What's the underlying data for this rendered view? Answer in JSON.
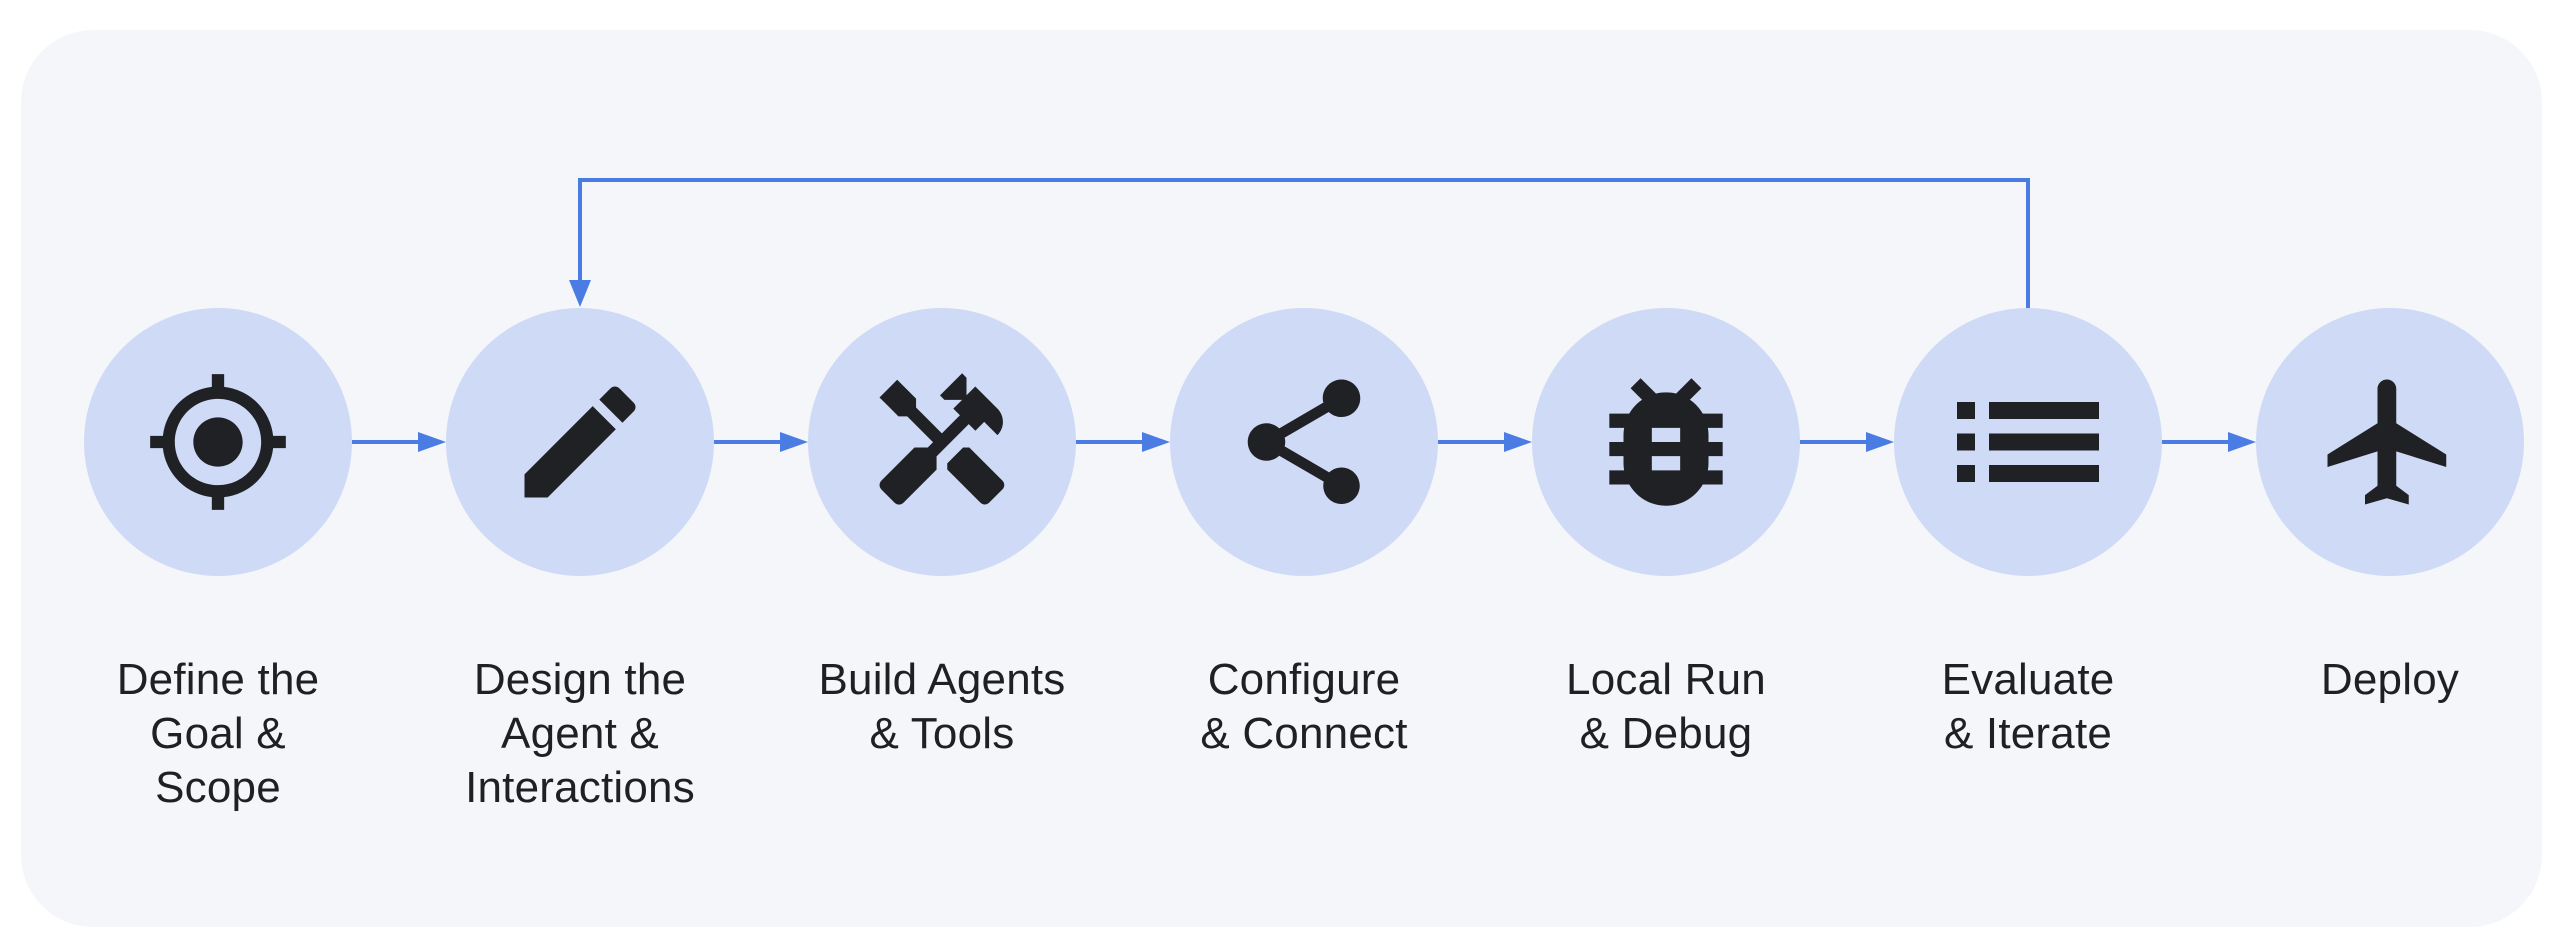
{
  "diagram": {
    "type": "flowchart",
    "orientation": "horizontal-left-to-right",
    "steps": [
      {
        "label": "Define the\nGoal &\nScope",
        "icon": "target-icon"
      },
      {
        "label": "Design the\nAgent &\nInteractions",
        "icon": "pencil-icon"
      },
      {
        "label": "Build Agents\n& Tools",
        "icon": "hammer-wrench-icon"
      },
      {
        "label": "Configure\n& Connect",
        "icon": "share-icon"
      },
      {
        "label": "Local Run\n& Debug",
        "icon": "bug-icon"
      },
      {
        "label": "Evaluate\n& Iterate",
        "icon": "list-icon"
      },
      {
        "label": "Deploy",
        "icon": "airplane-icon"
      }
    ],
    "connections": [
      [
        0,
        1
      ],
      [
        1,
        2
      ],
      [
        2,
        3
      ],
      [
        3,
        4
      ],
      [
        4,
        5
      ],
      [
        5,
        6
      ]
    ],
    "feedback_loop": {
      "from": 5,
      "to": 1
    }
  },
  "colors": {
    "page_bg": "#ffffff",
    "card_bg": "#f4f6f9",
    "circle_fill": "#cfdaf6",
    "accent": "#4b7ce3",
    "icon": "#202124",
    "text": "#1f2023"
  }
}
